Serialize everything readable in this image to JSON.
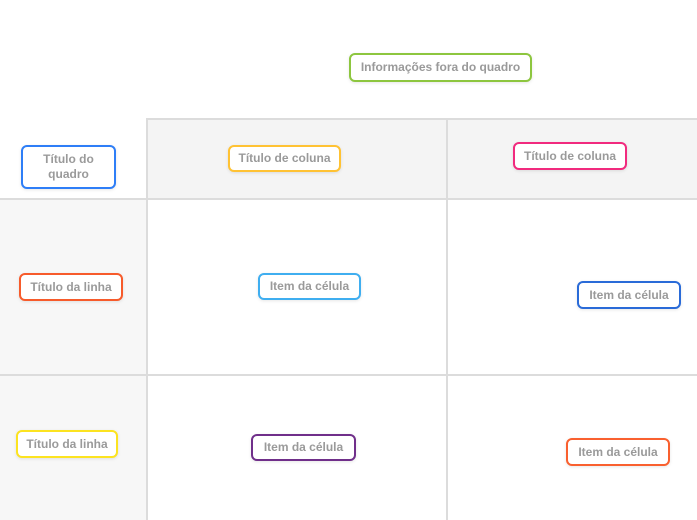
{
  "outside_note": {
    "label": "Informações fora do quadro",
    "border_color": "#8DC63F"
  },
  "grid": {
    "board_title": {
      "label": "Título do quadro",
      "border_color": "#2E7EF7"
    },
    "column_titles": [
      {
        "label": "Título de coluna",
        "border_color": "#FFC233"
      },
      {
        "label": "Título de coluna",
        "border_color": "#F12A7E"
      }
    ],
    "row_titles": [
      {
        "label": "Título da linha",
        "border_color": "#F75B2B"
      },
      {
        "label": "Título da linha",
        "border_color": "#FCE320"
      }
    ],
    "cells": [
      {
        "row": 1,
        "col": 1,
        "label": "Item da célula",
        "border_color": "#3FAEF0"
      },
      {
        "row": 1,
        "col": 2,
        "label": "Item da célula",
        "border_color": "#2A6BD8"
      },
      {
        "row": 2,
        "col": 1,
        "label": "Item da célula",
        "border_color": "#702F8A"
      },
      {
        "row": 2,
        "col": 2,
        "label": "Item da célula",
        "border_color": "#F9602F"
      }
    ]
  },
  "colors": {
    "grid_line": "#dcdcdc",
    "column_header_bg": "#f4f4f4",
    "row_header_column_bg": "#f7f7f7",
    "label_text": "#9a9a9a",
    "box_bg": "#ffffff"
  }
}
